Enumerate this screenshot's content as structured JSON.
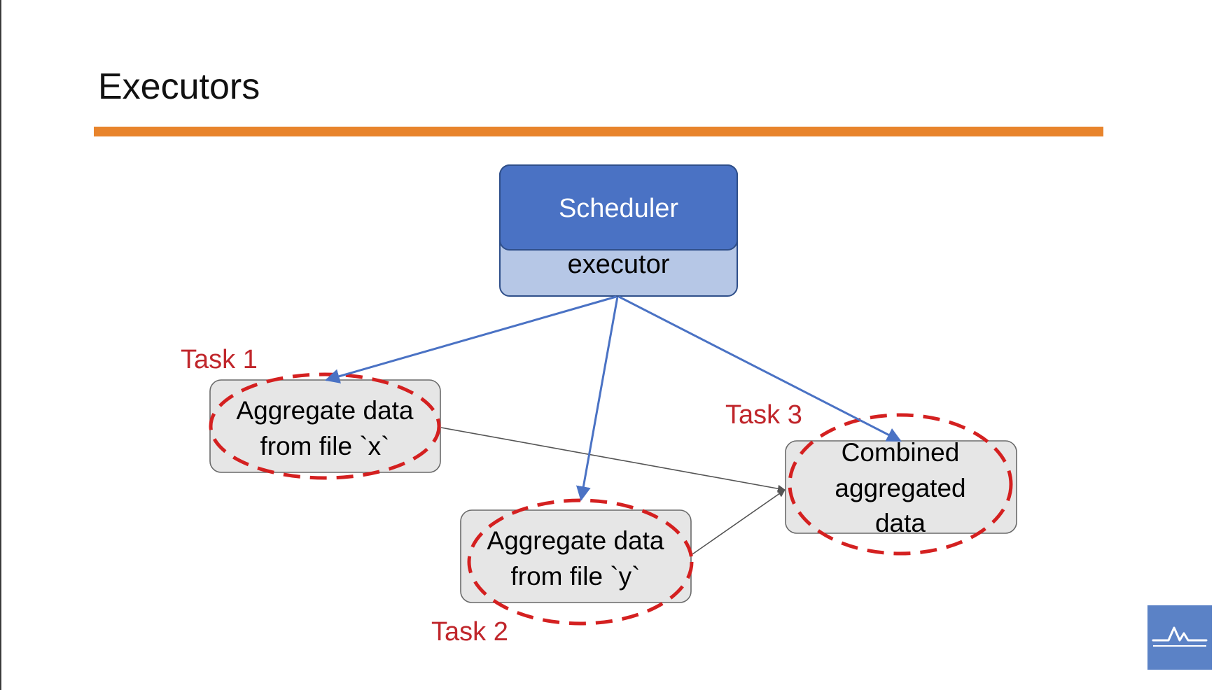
{
  "slide": {
    "title": "Executors"
  },
  "colors": {
    "title_rule": "#e8842c",
    "scheduler_fill": "#4a72c4",
    "executor_fill": "#b6c7e6",
    "task_box_fill": "#e6e6e6",
    "task_outline": "#d42020",
    "arrow_blue": "#4a72c4",
    "arrow_gray": "#555555",
    "logo": "#5b82c6"
  },
  "diagram": {
    "scheduler": {
      "label": "Scheduler",
      "sublabel": "executor"
    },
    "nodes": {
      "task1": {
        "line1": "Aggregate data",
        "line2": "from file `x`",
        "tag": "Task 1"
      },
      "task2": {
        "line1": "Aggregate data",
        "line2": "from file `y`",
        "tag": "Task 2"
      },
      "task3": {
        "line1": "Combined",
        "line2": "aggregated",
        "line3": "data",
        "tag": "Task 3"
      }
    }
  },
  "logo": {
    "icon": "waveform-logo-icon"
  }
}
